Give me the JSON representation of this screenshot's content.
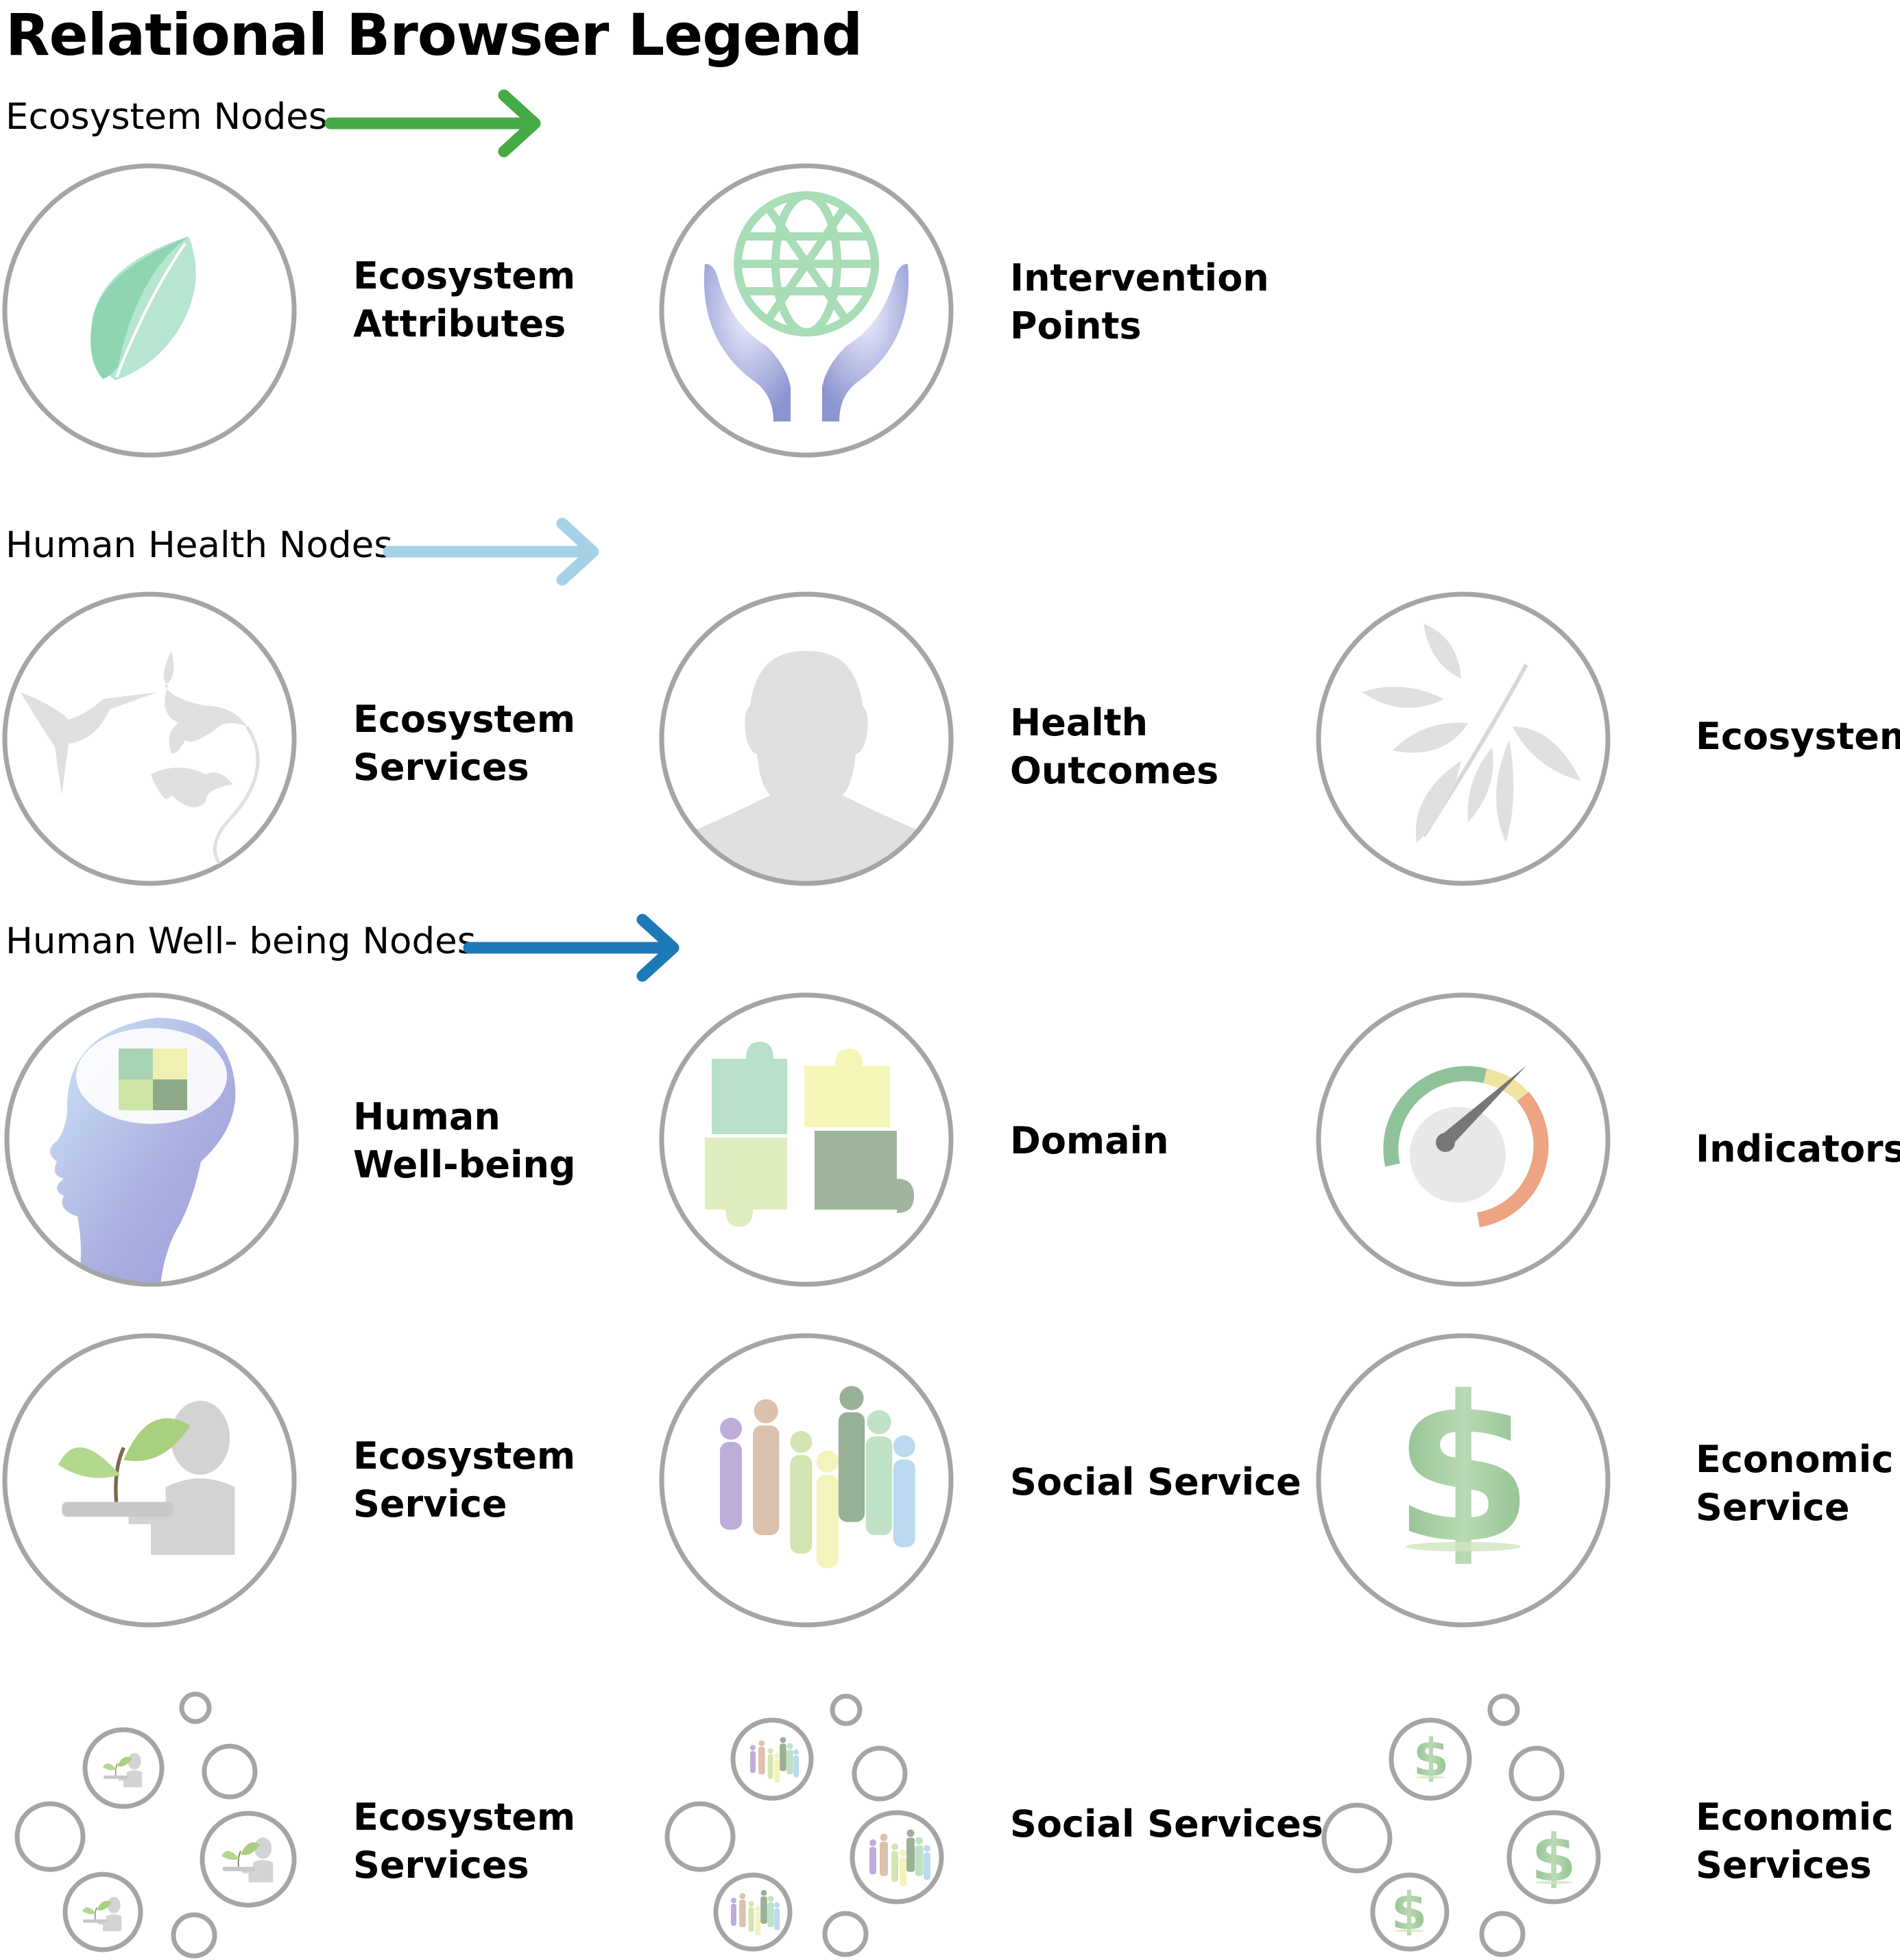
{
  "title": "Relational Browser Legend",
  "colors": {
    "ecosystem_arrow": "#46ab45",
    "health_arrow": "#a6d2e7",
    "wellbeing_arrow": "#1e79b8",
    "circle_stroke": "#a5a5a5",
    "silhouette": "#e0e0e0"
  },
  "sections": [
    {
      "label": "Ecosystem Nodes",
      "nodes": [
        {
          "label": "Ecosystem\nAttributes",
          "icon": "leaf-icon"
        },
        {
          "label": "Intervention\nPoints",
          "icon": "globe-in-hands-icon"
        }
      ]
    },
    {
      "label": "Human Health Nodes",
      "nodes": [
        {
          "label": "Ecosystem\n Services",
          "icon": "bird-wildlife-icon"
        },
        {
          "label": "Health\nOutcomes",
          "icon": "person-head-icon"
        },
        {
          "label": "Ecosystems",
          "icon": "branch-icon"
        }
      ]
    },
    {
      "label": "Human Well- being Nodes",
      "nodes": [
        {
          "label": "Human\nWell-being",
          "icon": "head-puzzle-icon"
        },
        {
          "label": "Domain",
          "icon": "puzzle-icon"
        },
        {
          "label": "Indicators",
          "icon": "gauge-icon"
        },
        {
          "label": "Ecosystem\nService",
          "icon": "person-serving-plant-icon"
        },
        {
          "label": "Social Service",
          "icon": "people-group-icon"
        },
        {
          "label": "Economic\nService",
          "icon": "dollar-icon"
        },
        {
          "label": "Ecosystem\nServices",
          "icon": "ecosystem-service-cluster-icon"
        },
        {
          "label": "Social Services",
          "icon": "social-service-cluster-icon"
        },
        {
          "label": "Economic\nServices",
          "icon": "economic-service-cluster-icon"
        }
      ]
    }
  ]
}
